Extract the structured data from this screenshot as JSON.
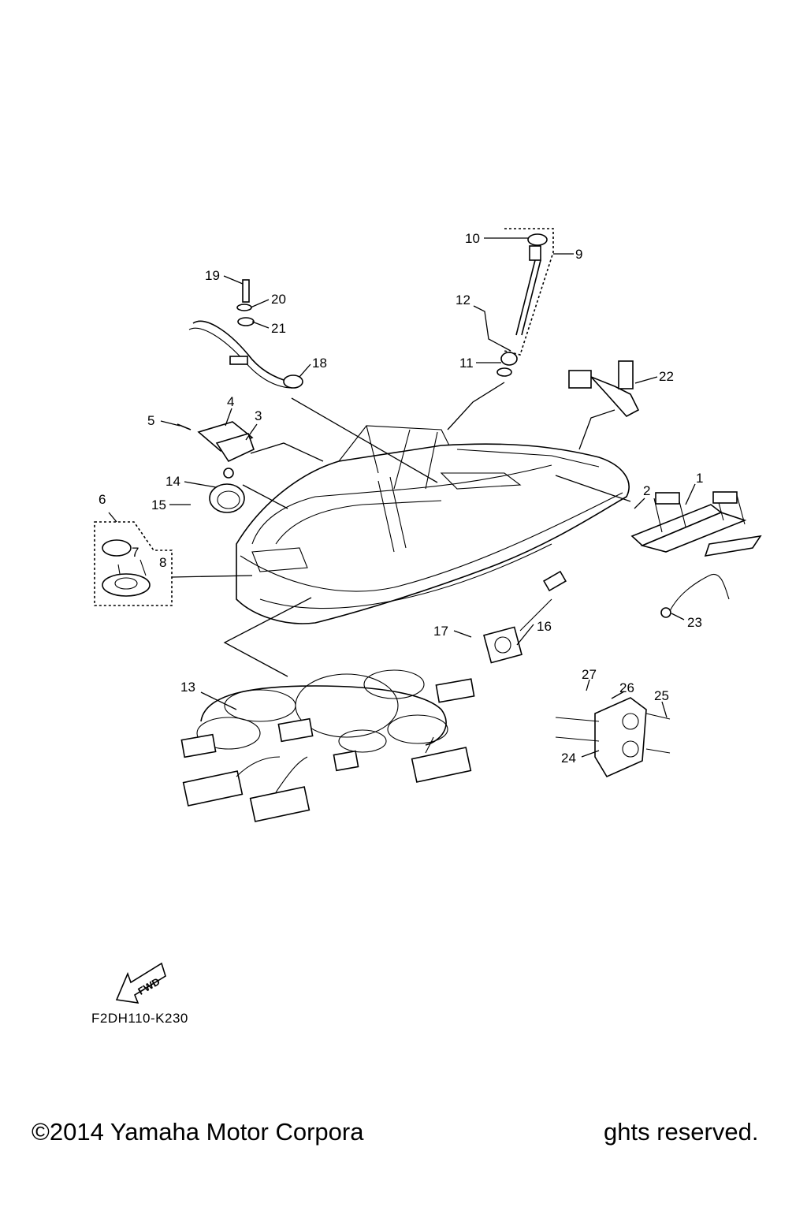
{
  "labels": [
    "1",
    "2",
    "3",
    "4",
    "5",
    "6",
    "7",
    "8",
    "9",
    "10",
    "11",
    "12",
    "13",
    "14",
    "15",
    "16",
    "17",
    "18",
    "19",
    "20",
    "21",
    "22",
    "23",
    "24",
    "25",
    "26",
    "27"
  ],
  "fwd_label": "FWD",
  "drawing_code": "F2DH110-K230",
  "copyright_left": "©2014 Yamaha Motor Corpora",
  "copyright_right": "ghts reserved."
}
